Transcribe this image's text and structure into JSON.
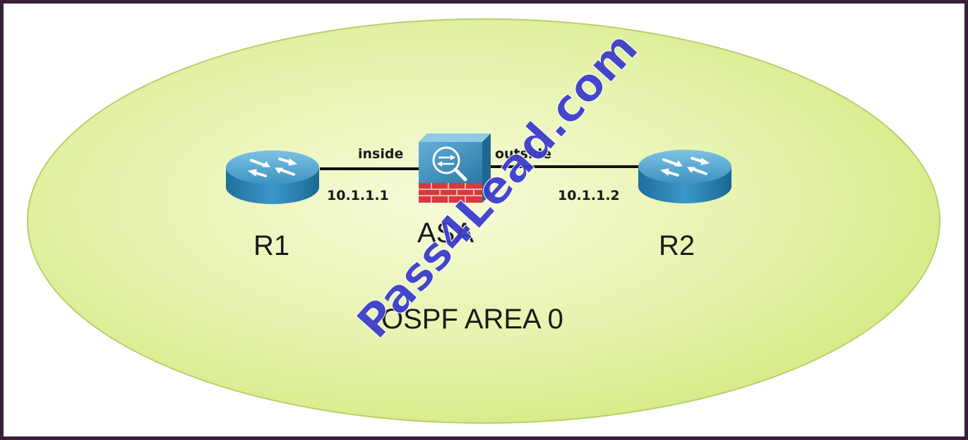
{
  "diagram": {
    "area_label": "OSPF AREA 0",
    "devices": [
      {
        "id": "r1",
        "label": "R1",
        "type": "router"
      },
      {
        "id": "asa",
        "label": "ASA",
        "type": "firewall"
      },
      {
        "id": "r2",
        "label": "R2",
        "type": "router"
      }
    ],
    "links": [
      {
        "from": "R1",
        "to": "ASA",
        "interface": "inside",
        "ip": "10.1.1.1"
      },
      {
        "from": "ASA",
        "to": "R2",
        "interface": "outside",
        "ip": "10.1.1.2"
      }
    ],
    "watermark": "Pass4Lead.com"
  },
  "colors": {
    "area_fill": "#e3f2a8",
    "router_blue": "#2f86b8",
    "firewall_red": "#d8393d",
    "watermark": "#3b3cc8"
  }
}
